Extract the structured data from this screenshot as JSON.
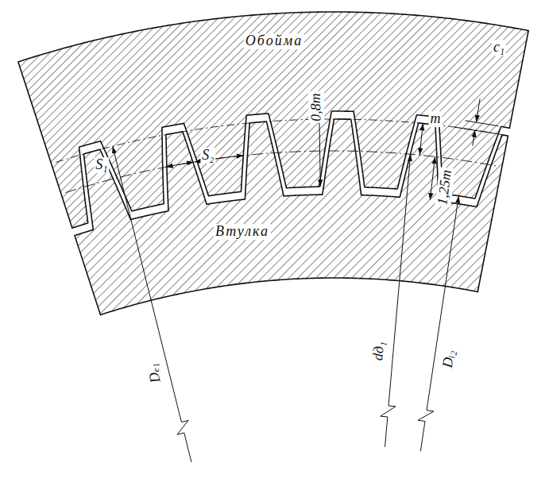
{
  "diagram": {
    "labels": [
      "Обойма",
      "Втулка",
      "S₁",
      "S₂",
      "0,8m",
      "c₁",
      "m",
      "1,25m",
      "Dₑ₁",
      "dд₁",
      "Dᵢ₂"
    ]
  }
}
